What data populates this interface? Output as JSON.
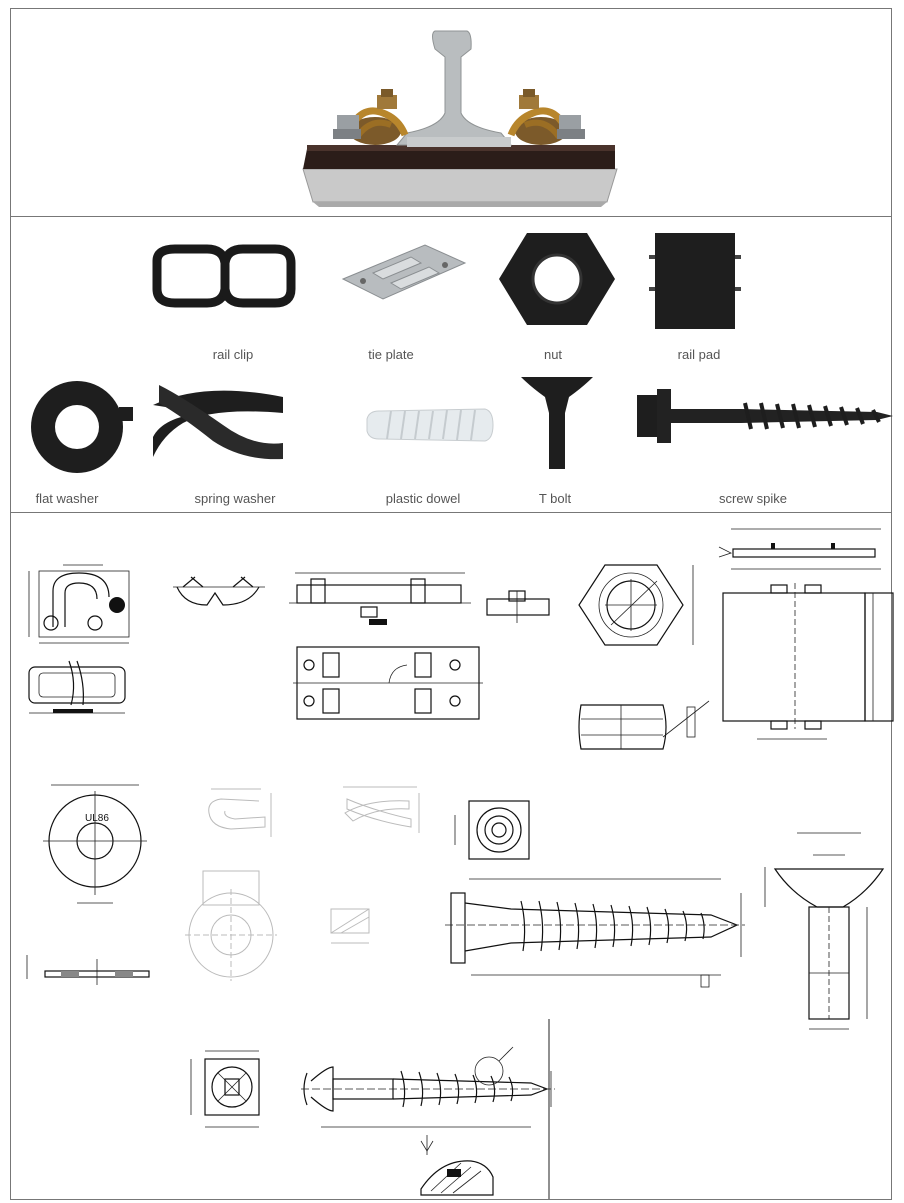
{
  "components": {
    "rail_clip": "rail clip",
    "tie_plate": "tie plate",
    "nut": "nut",
    "rail_pad": "rail pad",
    "flat_washer": "flat washer",
    "spring_washer": "spring washer",
    "plastic_dowel": "plastic dowel",
    "t_bolt": "T bolt",
    "screw_spike": "screw spike"
  },
  "drawings": {
    "washer_marking": "UL86"
  },
  "colors": {
    "border": "#777777",
    "label": "#555555",
    "steel_dark": "#1a1a1a",
    "concrete": "#c9c9c9",
    "dowel": "#e6ebee",
    "brass": "#b8862c"
  }
}
